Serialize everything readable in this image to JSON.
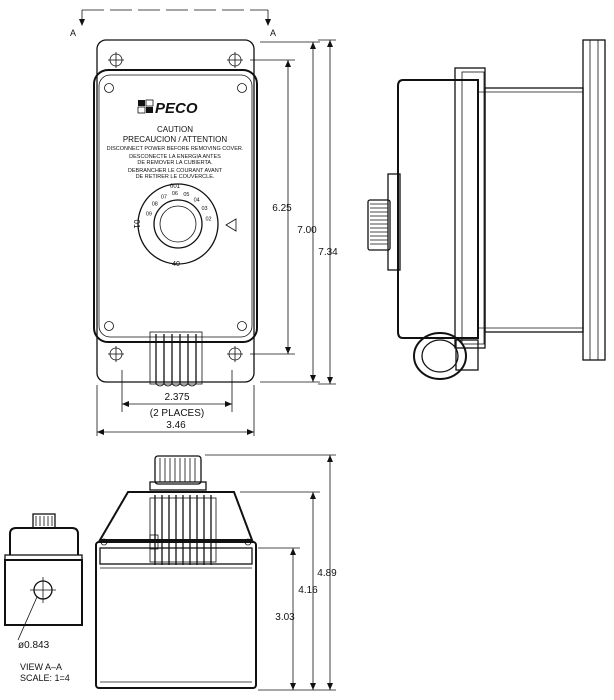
{
  "brand": {
    "logo_text": "PECO"
  },
  "label": {
    "caution": "CAUTION",
    "precaucion": "PRECAUCION / ATTENTION",
    "line1": "DISCONNECT POWER BEFORE REMOVING COVER.",
    "line2a": "DESCONECTE LA ENERGIA ANTES",
    "line2b": "DE REMOVER LA CUBIERTA.",
    "line3a": "DEBRANCHER LE COURANT AVANT",
    "line3b": "DE RETIRER LE COUVERCLE."
  },
  "dial": {
    "side_numeral": "01",
    "bottom_numeral": "40",
    "top_numeral": "001",
    "ticks": [
      "09",
      "08",
      "07",
      "06",
      "05",
      "04",
      "03",
      "02"
    ]
  },
  "section": {
    "marker_left": "A",
    "marker_right": "A"
  },
  "dimensions": {
    "d_625": "6.25",
    "d_700": "7.00",
    "d_734": "7.34",
    "d_2375": "2.375",
    "d_2places": "(2 PLACES)",
    "d_346": "3.46",
    "d_489": "4.89",
    "d_416": "4.16",
    "d_303": "3.03",
    "d_hole": "ø0.843"
  },
  "view_label": {
    "title": "VIEW A–A",
    "scale": "SCALE:  1=4"
  }
}
